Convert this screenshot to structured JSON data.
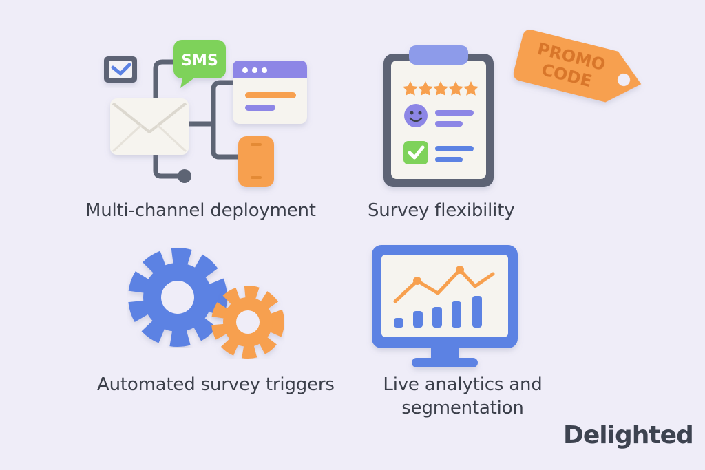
{
  "features": [
    {
      "label": "Multi-channel deployment"
    },
    {
      "label": "Survey flexibility"
    },
    {
      "label": "Automated survey triggers"
    },
    {
      "label": "Live analytics and",
      "label2": "segmentation"
    }
  ],
  "sms_bubble": {
    "text": "SMS"
  },
  "promo_tag": {
    "line1": "PROMO",
    "line2": "CODE"
  },
  "brand": {
    "name": "Delighted"
  },
  "colors": {
    "background": "#efedf8",
    "blue": "#5c82e3",
    "orange": "#f7a04f",
    "green": "#7ed25a",
    "purple": "#8d86e6",
    "ink": "#3b3f4a",
    "slate": "#5d6474"
  },
  "icons": [
    "envelope-icon",
    "checkbox-icon",
    "sms-bubble-icon",
    "browser-window-icon",
    "phone-icon",
    "clipboard-icon",
    "promo-tag-icon",
    "gear-icon",
    "monitor-chart-icon"
  ]
}
